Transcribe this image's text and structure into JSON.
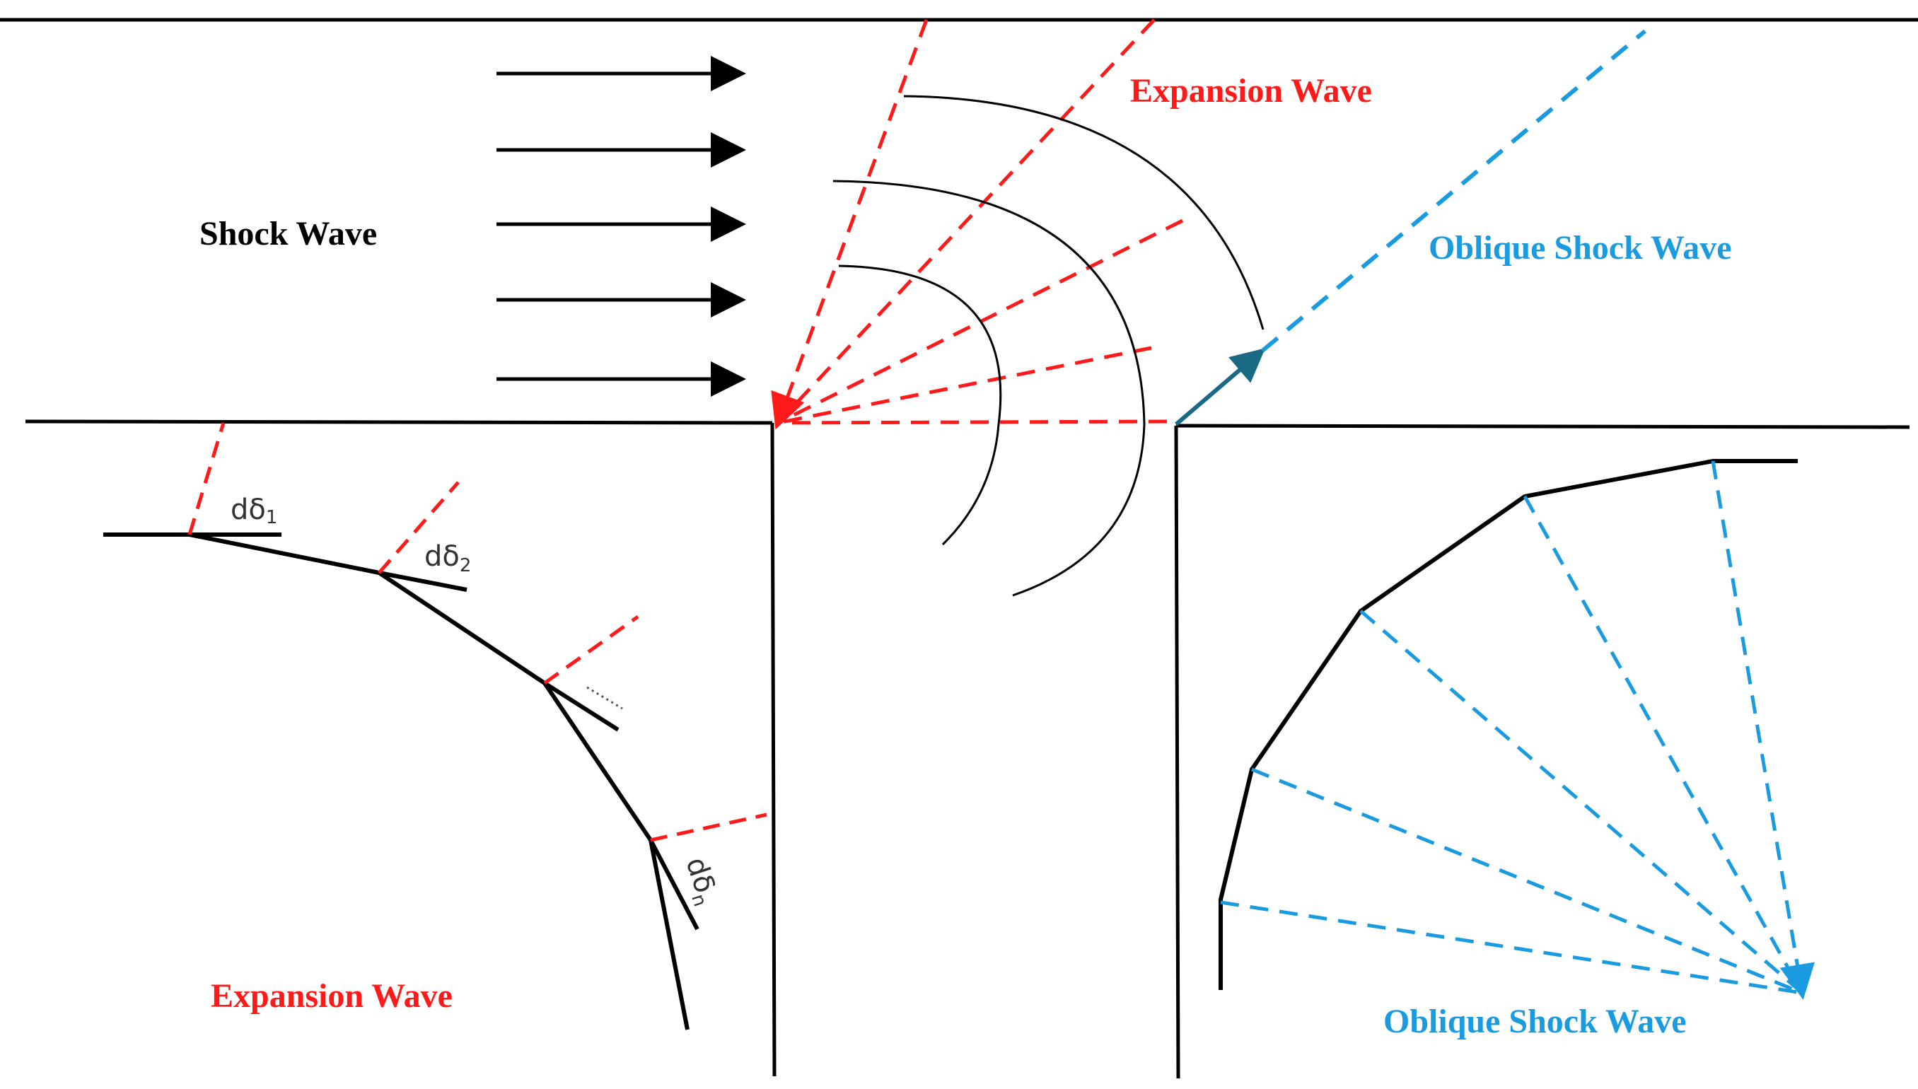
{
  "labels": {
    "shock_wave": "Shock Wave",
    "expansion_wave_top": "Expansion Wave",
    "oblique_shock_wave_top": "Oblique Shock Wave",
    "expansion_wave_bottom": "Expansion Wave",
    "oblique_shock_wave_bottom": "Oblique Shock Wave",
    "d_delta_1": "dδ",
    "d_delta_1_sub": "1",
    "d_delta_2": "dδ",
    "d_delta_2_sub": "2",
    "d_delta_n": "dδ",
    "d_delta_n_sub": "n",
    "ellipsis": "......"
  },
  "colors": {
    "expansion": "#ff1a1a",
    "oblique": "#1a9be0",
    "wall": "#000000",
    "arrow_teal": "#1a6a85"
  }
}
